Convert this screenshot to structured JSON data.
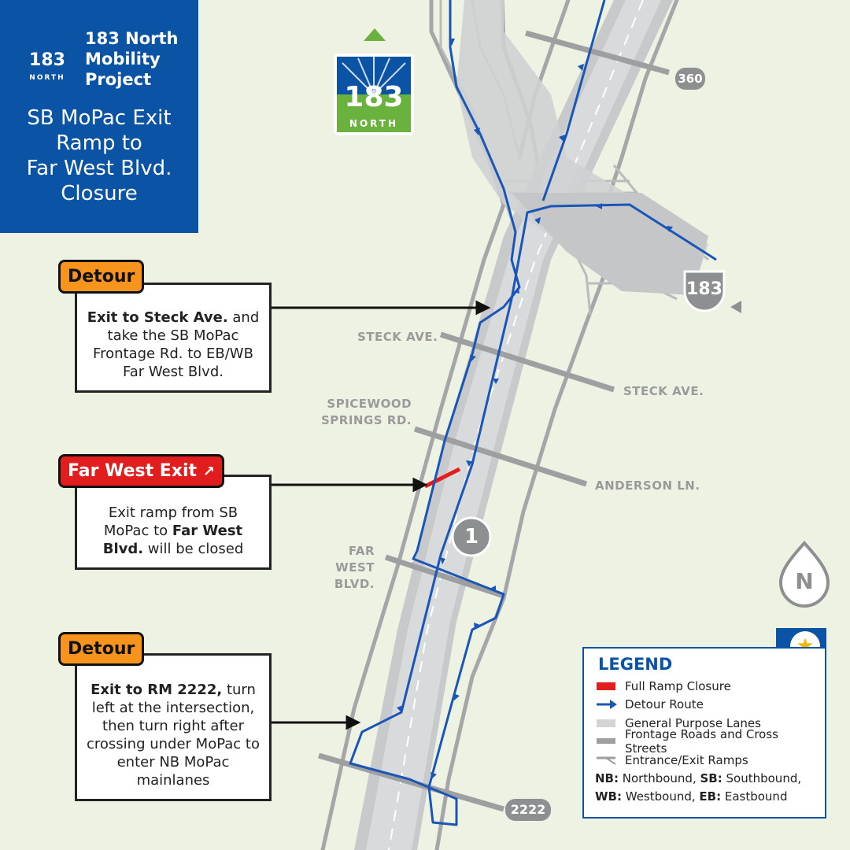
{
  "title_panel": {
    "brand": "183 North\nMobility\nProject",
    "headline": "SB MoPac Exit\nRamp to\nFar West Blvd.\nClosure",
    "logo_text": "183",
    "logo_subtext": "NORTH"
  },
  "center_logo": {
    "text": "183",
    "subtext": "NORTH"
  },
  "callouts": {
    "detour_1": {
      "badge": "Detour",
      "bold": "Exit to Steck Ave.",
      "rest": " and take the SB MoPac Frontage Rd. to EB/WB Far West Blvd."
    },
    "far_west": {
      "badge": "Far West Exit",
      "badge_icon": "arrow-up-right-icon",
      "lead": "Exit ramp from SB MoPac to ",
      "bold1": "Far West Blvd.",
      "tail": " will be closed"
    },
    "detour_2": {
      "badge": "Detour",
      "bold": "Exit to RM 2222,",
      "rest": " turn left at the intersection, then turn right after crossing under MoPac to enter NB MoPac mainlanes"
    }
  },
  "map_labels": {
    "steck_west": "STECK AVE.",
    "steck_east": "STECK AVE.",
    "spicewood": "SPICEWOOD\nSPRINGS RD.",
    "anderson": "ANDERSON LN.",
    "far_west": "FAR WEST\nBLVD."
  },
  "shields": {
    "rm360": "360",
    "us183": "183",
    "loop1": "1",
    "rm2222": "2222"
  },
  "north_arrow": "N",
  "colors": {
    "brand_blue": "#0b53a5",
    "detour_blue": "#1a56b8",
    "closure_red": "#e11d1d",
    "detour_orange": "#f7941d",
    "logo_green": "#6ab23e",
    "background": "#eef2e3"
  },
  "legend": {
    "title": "LEGEND",
    "items": [
      {
        "label": "Full Ramp Closure",
        "symbol": "red-bar"
      },
      {
        "label": "Detour Route",
        "symbol": "blue-arrow"
      },
      {
        "label": "General Purpose Lanes",
        "symbol": "light-gray-bar"
      },
      {
        "label": "Frontage Roads and Cross Streets",
        "symbol": "dark-gray-bar"
      },
      {
        "label": "Entrance/Exit Ramps",
        "symbol": "ramp-lines"
      }
    ],
    "abbr_line1": {
      "nb": "NB:",
      "nb_txt": " Northbound, ",
      "sb": "SB:",
      "sb_txt": " Southbound,"
    },
    "abbr_line2": {
      "wb": "WB:",
      "wb_txt": " Westbound, ",
      "eb": "EB:",
      "eb_txt": " Eastbound"
    },
    "badge_icon": "txdot-star-icon"
  }
}
